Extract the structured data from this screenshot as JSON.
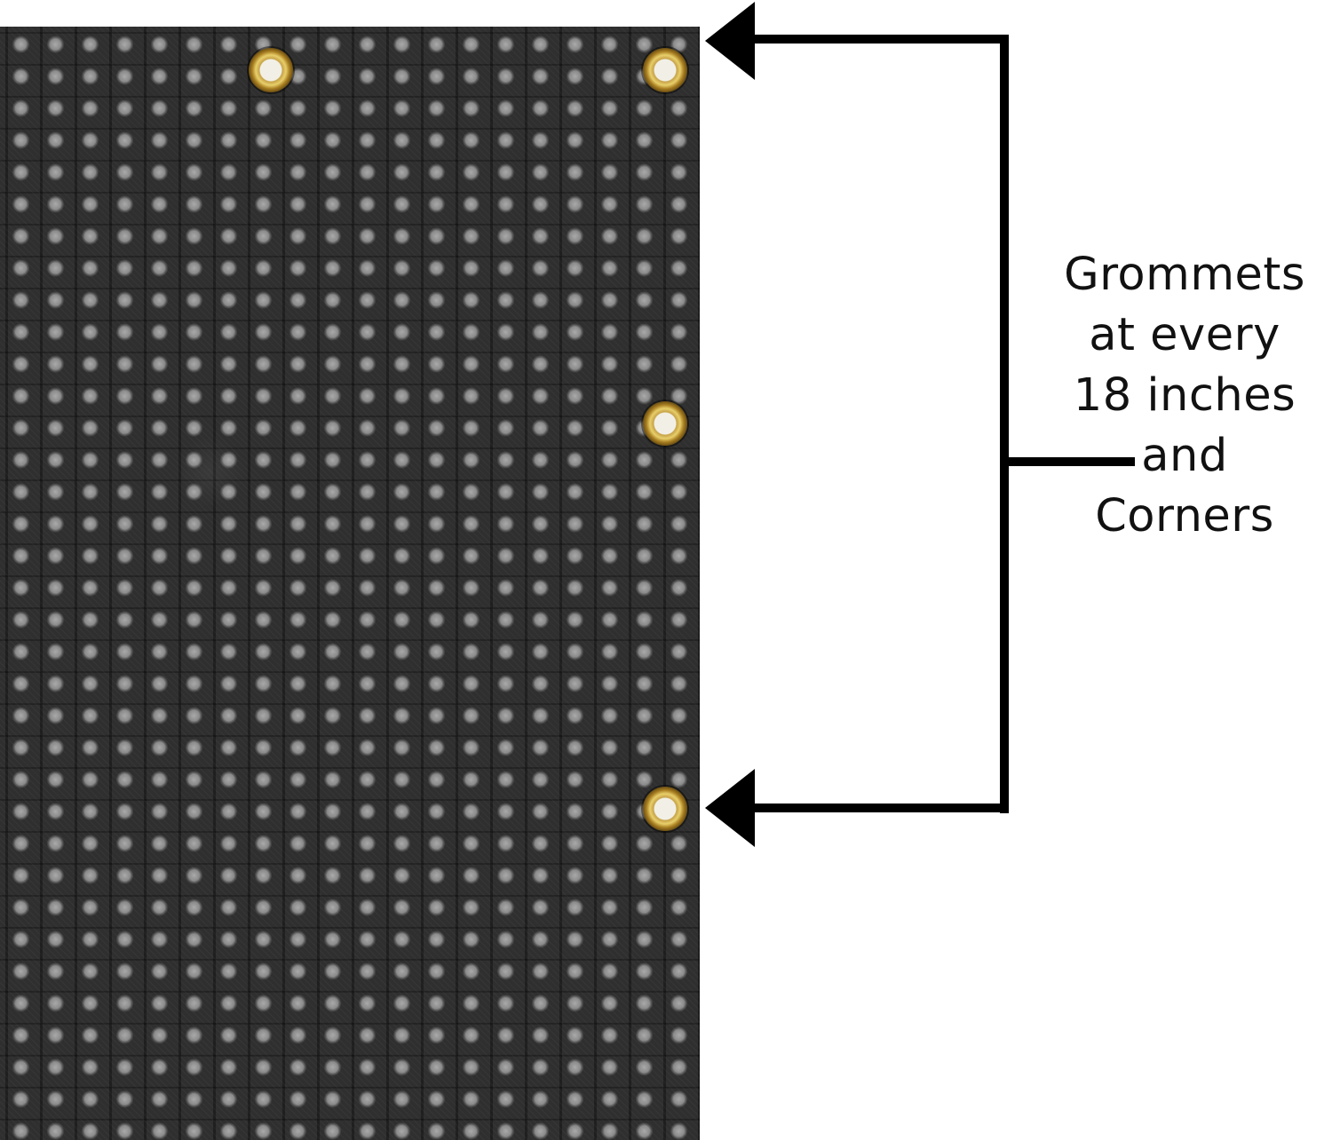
{
  "caption": {
    "lines": [
      "Grommets",
      "at every",
      "18 inches",
      "and",
      "Corners"
    ]
  },
  "colors": {
    "mesh": "#2f2f2f",
    "grommet_brass": "#c7a34a",
    "arrow": "#000000",
    "text": "#111111",
    "background": "#ffffff"
  }
}
